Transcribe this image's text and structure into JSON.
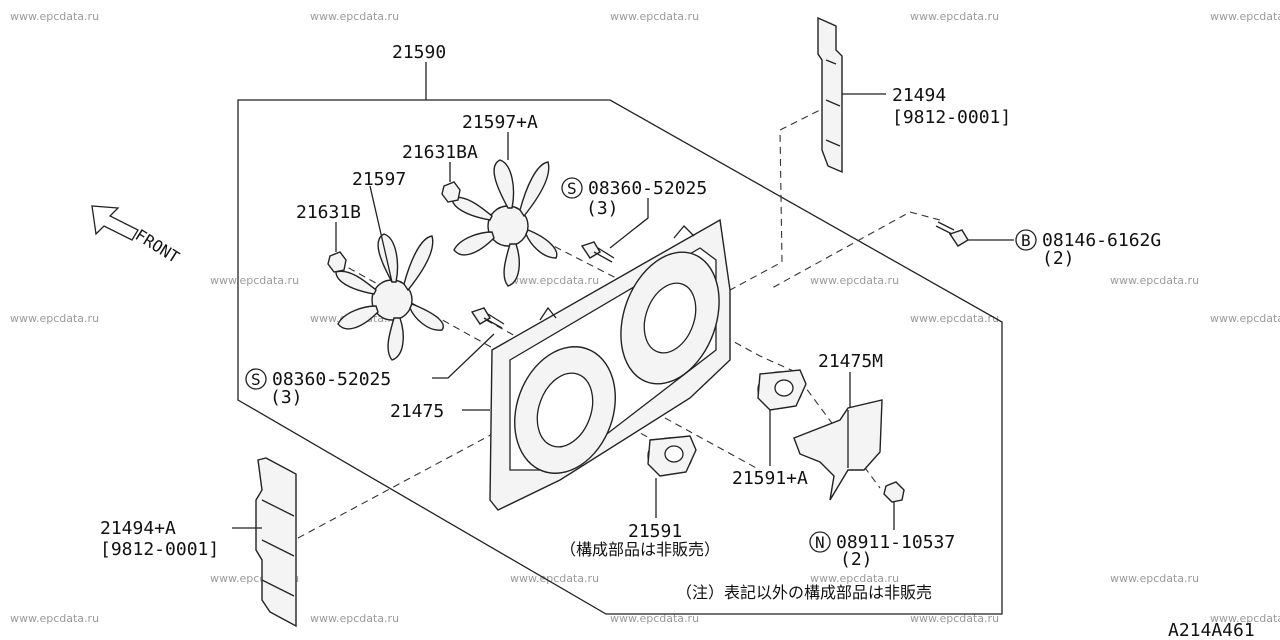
{
  "watermark": "www.epcdata.ru",
  "front_label": "FRONT",
  "figure_code": "A214A461",
  "note": "（注）表記以外の構成部品は非販売",
  "labels": {
    "assembly": "21590",
    "shroud_seal_right": "21494",
    "shroud_seal_right_date": "[9812-0001]",
    "fan_a": "21597+A",
    "nut_ba": "21631BA",
    "fan": "21597",
    "nut_b": "21631B",
    "screw_upper_symbol": "S",
    "screw_upper": "08360-52025",
    "screw_upper_qty": "(3)",
    "bolt_symbol": "B",
    "bolt": "08146-6162G",
    "bolt_qty": "(2)",
    "screw_lower_symbol": "S",
    "screw_lower": "08360-52025",
    "screw_lower_qty": "(3)",
    "shroud": "21475",
    "bracket": "21475M",
    "motor_a": "21591+A",
    "shroud_seal_left": "21494+A",
    "shroud_seal_left_date": "[9812-0001]",
    "motor": "21591",
    "motor_note": "（構成部品は非販売）",
    "nut_symbol": "N",
    "nut": "08911-10537",
    "nut_qty": "(2)"
  }
}
